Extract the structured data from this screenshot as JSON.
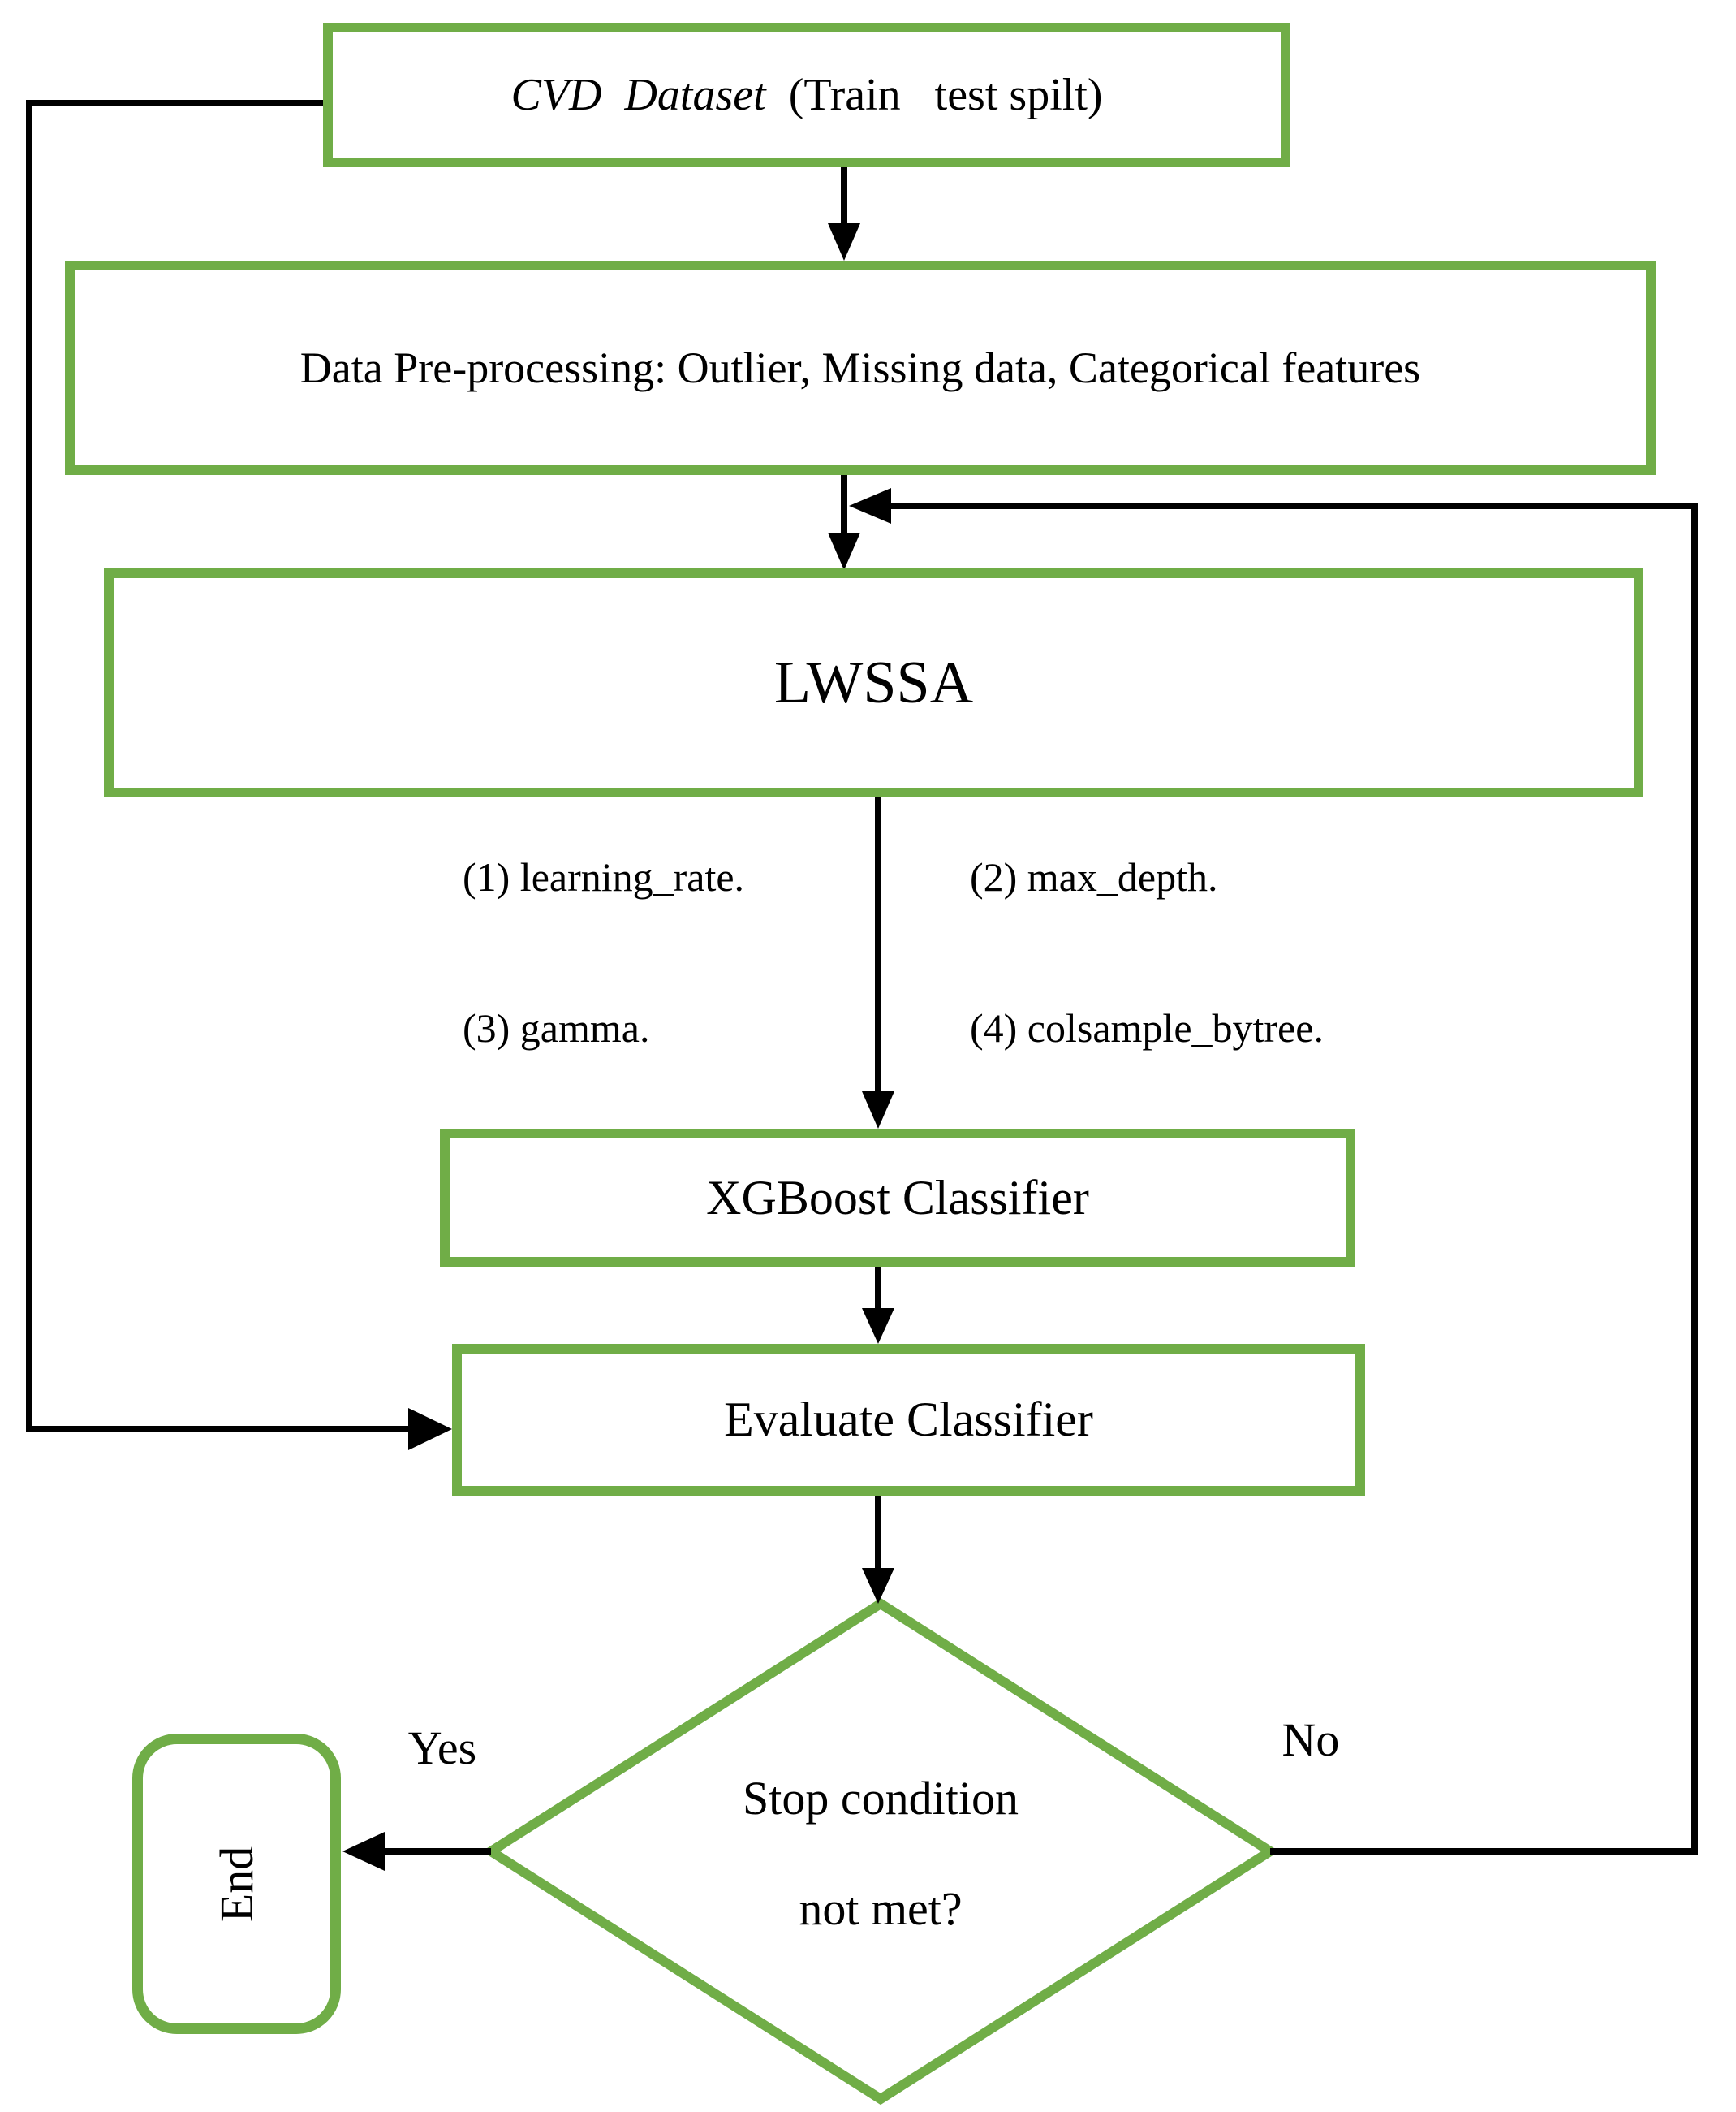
{
  "colors": {
    "accent_green": "#70AD47",
    "line_black": "#000000",
    "background": "#FFFFFF"
  },
  "nodes": {
    "dataset": {
      "label_italic": "CVD  Dataset",
      "label_rest": "  (Train   test spilt)"
    },
    "preprocessing": {
      "label": "Data Pre-processing: Outlier, Missing data, Categorical features"
    },
    "lwssa": {
      "label": "LWSSA"
    },
    "xgboost": {
      "label": "XGBoost Classifier"
    },
    "evaluate": {
      "label": "Evaluate Classifier"
    },
    "decision": {
      "label_line1": "Stop condition",
      "label_line2": "not met?"
    },
    "end": {
      "label": "End"
    }
  },
  "parameters": [
    "(1) learning_rate.",
    "(2) max_depth.",
    "(3) gamma.",
    "(4) colsample_bytree."
  ],
  "edge_labels": {
    "yes": "Yes",
    "no": "No"
  }
}
